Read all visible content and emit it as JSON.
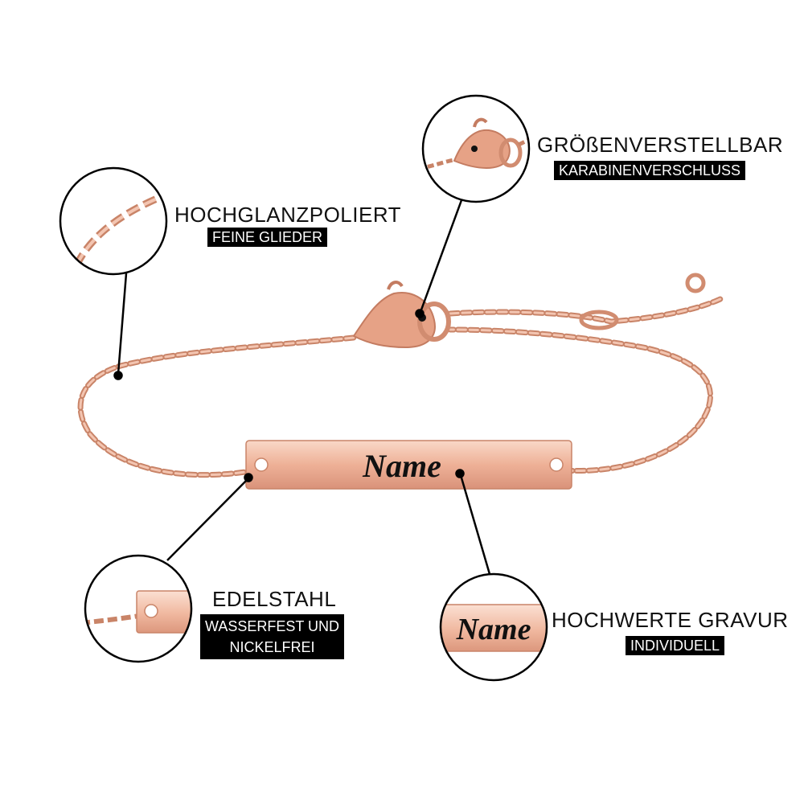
{
  "callouts": {
    "clasp": {
      "title": "GRÖßENVERSTELLBAR",
      "badge": "KARABINENVERSCHLUSS"
    },
    "chain": {
      "title": "HOCHGLANZPOLIERT",
      "badge": "FEINE GLIEDER"
    },
    "material": {
      "title": "EDELSTAHL",
      "badge_line1": "WASSERFEST UND",
      "badge_line2": "NICKELFREI"
    },
    "engraving": {
      "title": "HOCHWERTE GRAVUR",
      "badge": "INDIVIDUELL"
    }
  },
  "engraving_text": "Name",
  "colors": {
    "rose_gold": "#e8a98c",
    "rose_gold_dark": "#c98468",
    "rose_gold_light": "#f7d3c2",
    "badge_background": "#000000",
    "badge_text": "#ffffff",
    "title_text": "#111111"
  },
  "icons": [
    "lobster-clasp-icon",
    "chain-link-icon",
    "bar-end-icon",
    "engraved-bar-icon"
  ]
}
